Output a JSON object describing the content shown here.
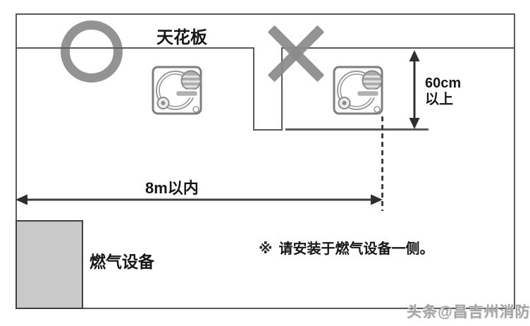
{
  "diagram": {
    "ceiling_label": "天花板",
    "vertical_dimension": {
      "value": "60cm",
      "qualifier": "以上"
    },
    "horizontal_dimension": "8m以内",
    "gas_equipment_label": "燃气设备",
    "note": {
      "mark": "※",
      "text": "请安装于燃气设备一侧。"
    },
    "marks": {
      "correct": "circle-icon",
      "incorrect": "x-icon"
    },
    "colors": {
      "line": "#595959",
      "mark_gray": "#8a8a8a",
      "equipment_fill": "#c9c9c9",
      "arrow": "#2e2e2e",
      "text": "#171717",
      "watermark": "#a3a3a3"
    }
  },
  "watermark": "头条@昌吉州消防"
}
